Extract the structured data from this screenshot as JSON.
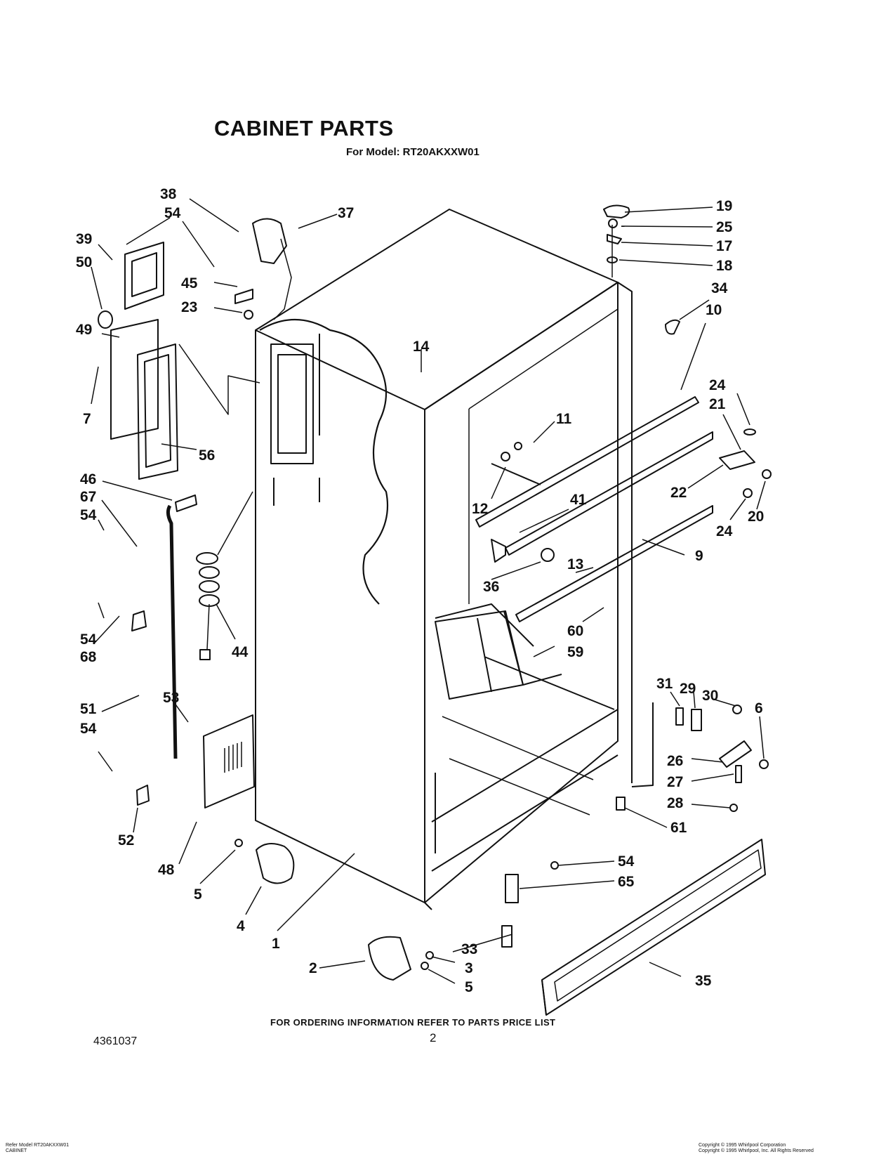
{
  "title": "CABINET PARTS",
  "subtitle_label": "For Model:",
  "subtitle_model": "RT20AKXXW01",
  "footer_ref": "FOR ORDERING INFORMATION REFER TO PARTS PRICE LIST",
  "page_number": "2",
  "document_number": "4361037",
  "small_left_1": "Refer Model RT20AKXXW01",
  "small_left_2": "CABINET",
  "small_right_1": "Copyright © 1995 Whirlpool Corporation",
  "small_right_2": "Copyright © 1995 Whirlpool, Inc. All Rights Reserved",
  "callouts": [
    "38",
    "37",
    "54",
    "39",
    "50",
    "45",
    "23",
    "49",
    "7",
    "56",
    "46",
    "67",
    "54",
    "54",
    "68",
    "51",
    "54",
    "52",
    "53",
    "48",
    "44",
    "5",
    "4",
    "1",
    "2",
    "3",
    "5",
    "33",
    "14",
    "11",
    "12",
    "41",
    "13",
    "36",
    "60",
    "59",
    "9",
    "19",
    "25",
    "17",
    "18",
    "34",
    "10",
    "24",
    "21",
    "22",
    "24",
    "20",
    "31",
    "29",
    "30",
    "6",
    "26",
    "27",
    "28",
    "61",
    "54",
    "65",
    "35"
  ]
}
